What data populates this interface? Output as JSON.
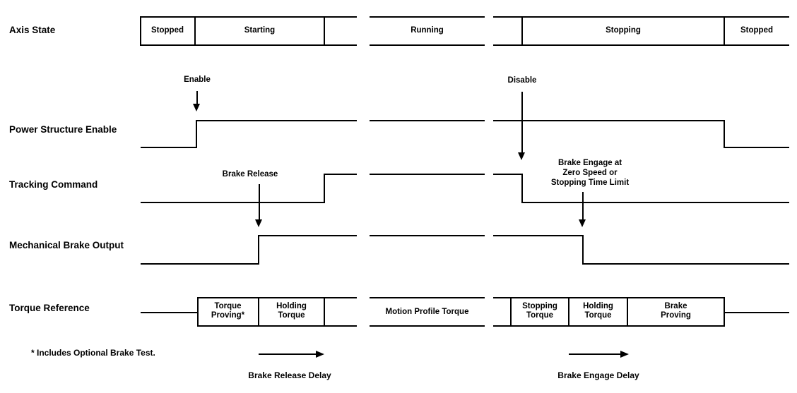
{
  "rows": {
    "axis_state": "Axis State",
    "power_structure_enable": "Power Structure Enable",
    "tracking_command": "Tracking Command",
    "mechanical_brake_output": "Mechanical Brake Output",
    "torque_reference": "Torque Reference"
  },
  "axis_states": {
    "stopped_start": "Stopped",
    "starting": "Starting",
    "running": "Running",
    "stopping": "Stopping",
    "stopped_end": "Stopped"
  },
  "events": {
    "enable": "Enable",
    "disable": "Disable",
    "brake_release": "Brake Release",
    "brake_engage": "Brake Engage at\nZero Speed or\nStopping Time Limit"
  },
  "torque_segments": {
    "torque_proving": "Torque\nProving*",
    "holding_torque_start": "Holding\nTorque",
    "motion_profile": "Motion Profile Torque",
    "stopping_torque": "Stopping\nTorque",
    "holding_torque_stop": "Holding\nTorque",
    "brake_proving": "Brake\nProving"
  },
  "annotations": {
    "footnote": "* Includes Optional Brake Test.",
    "brake_release_delay": "Brake Release Delay",
    "brake_engage_delay": "Brake Engage Delay"
  },
  "colors": {
    "line": "#000000",
    "text": "#000000",
    "background": "#ffffff"
  }
}
